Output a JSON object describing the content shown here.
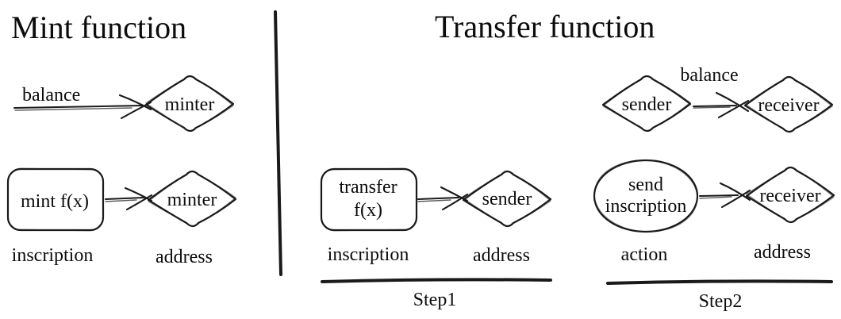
{
  "colors": {
    "background": "#ffffff",
    "ink": "#1a1a1a",
    "text": "#0c0c0c"
  },
  "mint_section": {
    "title": "Mint function",
    "balance_row": {
      "arrow_label": "balance",
      "node_label": "minter"
    },
    "mint_row": {
      "box_label": "mint f(x)",
      "node_label": "minter",
      "box_caption": "inscription",
      "node_caption": "address"
    }
  },
  "transfer_section": {
    "title": "Transfer function",
    "step1": {
      "box_label_line1": "transfer",
      "box_label_line2": "f(x)",
      "node_label": "sender",
      "box_caption": "inscription",
      "node_caption": "address",
      "step_label": "Step1"
    },
    "step2": {
      "sender_label": "sender",
      "arrow_label": "balance",
      "receiver_top_label": "receiver",
      "ellipse_line1": "send",
      "ellipse_line2": "inscription",
      "receiver_bottom_label": "receiver",
      "ellipse_caption": "action",
      "address_caption": "address",
      "step_label": "Step2"
    }
  }
}
